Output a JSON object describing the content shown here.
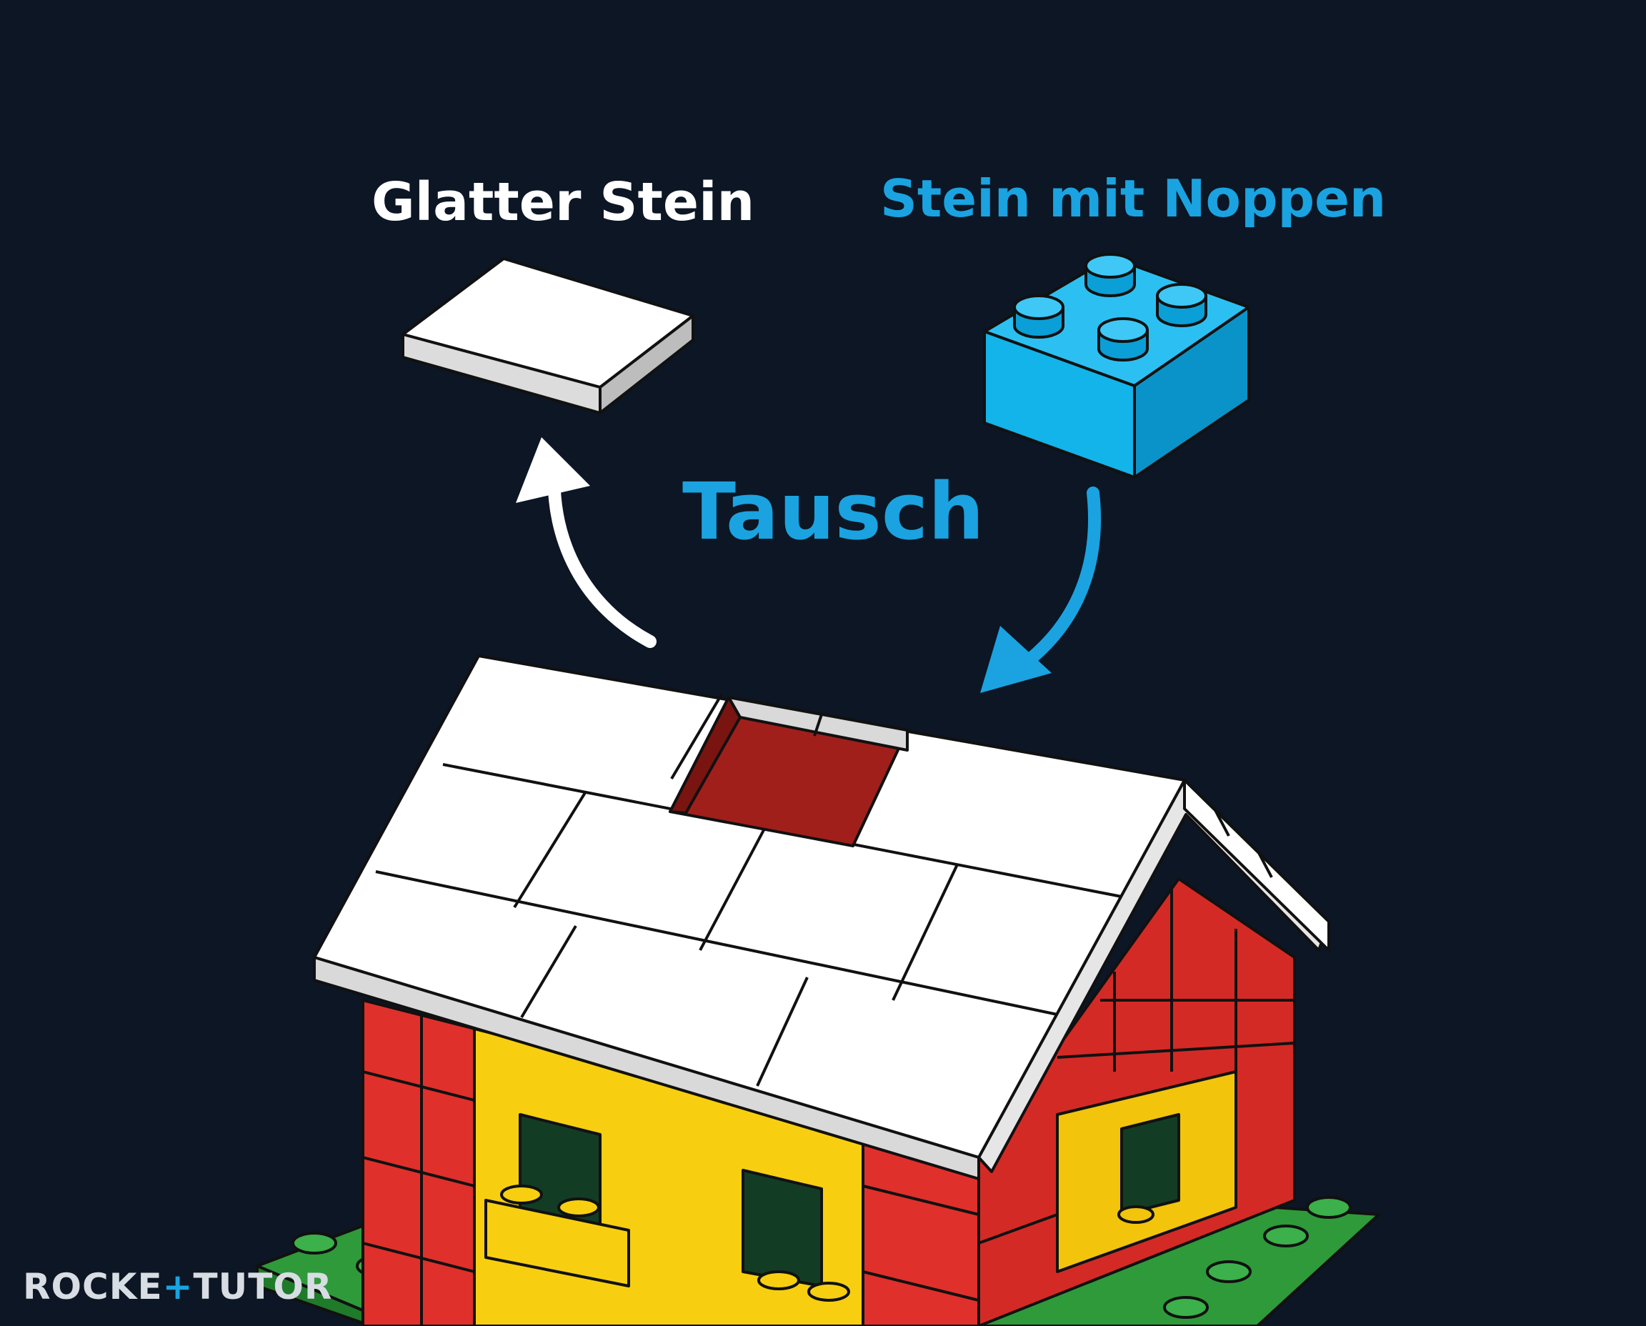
{
  "labels": {
    "smooth_brick": "Glatter Stein",
    "stud_brick": "Stein mit Noppen",
    "swap": "Tausch"
  },
  "logo": {
    "part1": "ROCKE",
    "plus": "+",
    "part2": "TUTOR"
  },
  "colors": {
    "background": "#0c1624",
    "accent_blue": "#1aa3e0",
    "brick_blue": "#12b4ea",
    "roof_white": "#ffffff",
    "wall_red": "#e0302b",
    "wall_yellow": "#f7cf10",
    "base_green": "#2e9a3a"
  }
}
